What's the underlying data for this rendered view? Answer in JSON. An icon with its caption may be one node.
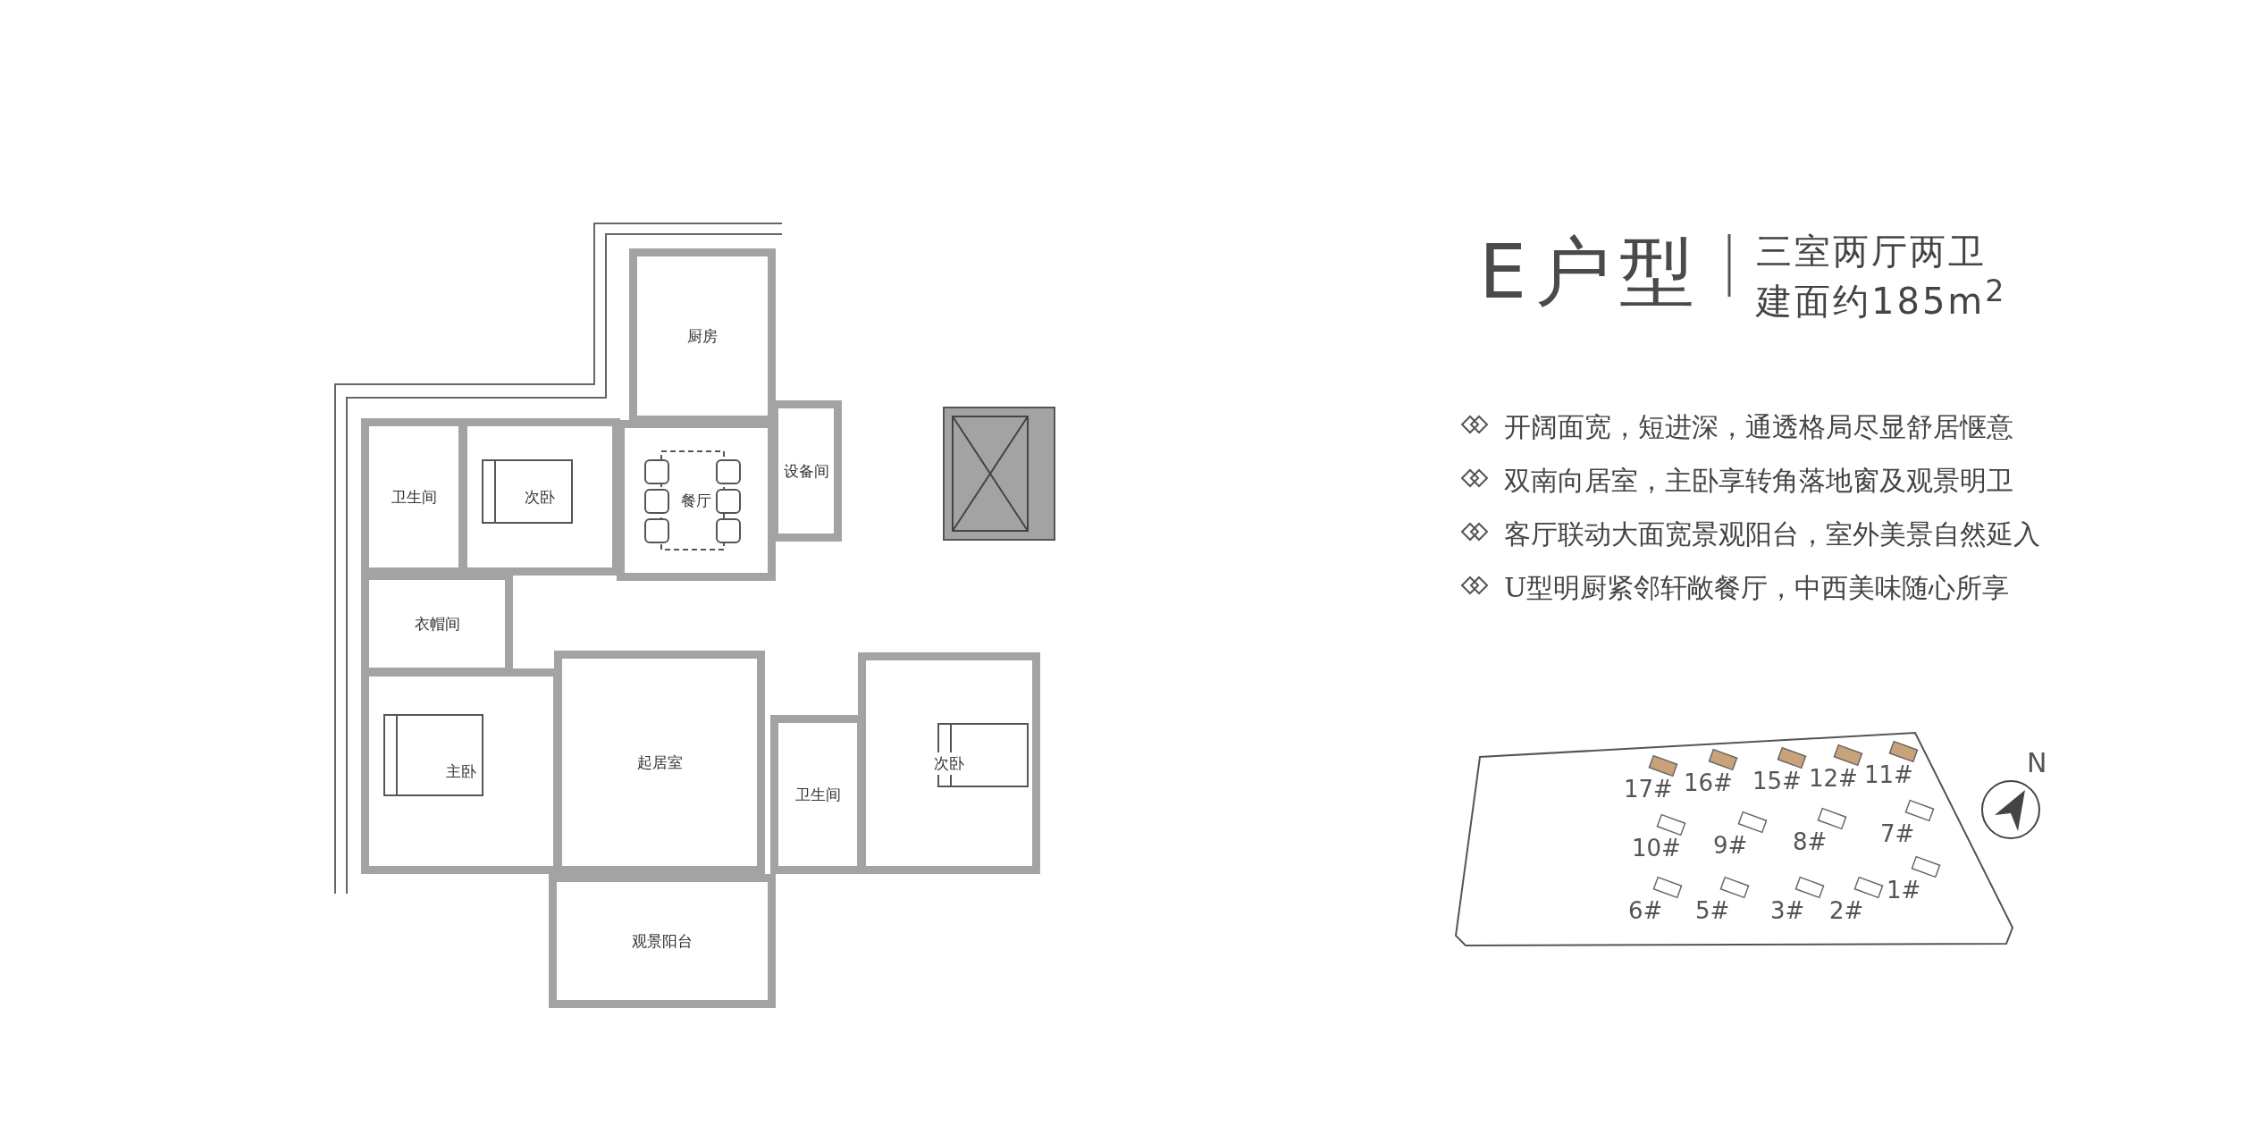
{
  "diagram": {
    "title": "E户型",
    "nodes": [
      {
        "text": [
          "厨房"
        ]
      },
      {
        "text": [
          "餐厅"
        ]
      },
      {
        "text": [
          "卫生间"
        ]
      },
      {
        "text": [
          "次卧"
        ]
      },
      {
        "text": [
          "衣帽间"
        ]
      },
      {
        "text": [
          "主卧"
        ]
      },
      {
        "text": [
          "起居室"
        ]
      },
      {
        "text": [
          "观景阳台"
        ]
      },
      {
        "text": [
          "设备间"
        ]
      },
      {
        "text": [
          "卫生间"
        ]
      },
      {
        "text": [
          "次卧"
        ]
      }
    ],
    "labels": [
      "三室两厅两卫",
      "建面约185m$^{2}$",
      "开阔面宽，短进深，通透格局尽显舒居惬意",
      "双南向居室，主卧享转角落地窗及观景明卫",
      "客厅联动大面宽景观阳台，室外美景自然延入",
      "U型明厨紧邻轩敞餐厅，中西美味随心所享",
      "17#",
      "16#",
      "15#",
      "12#",
      "11#",
      "10#",
      "9#",
      "8#",
      "7#",
      "6#",
      "5#",
      "3#",
      "2#",
      "1#",
      "N"
    ]
  }
}
